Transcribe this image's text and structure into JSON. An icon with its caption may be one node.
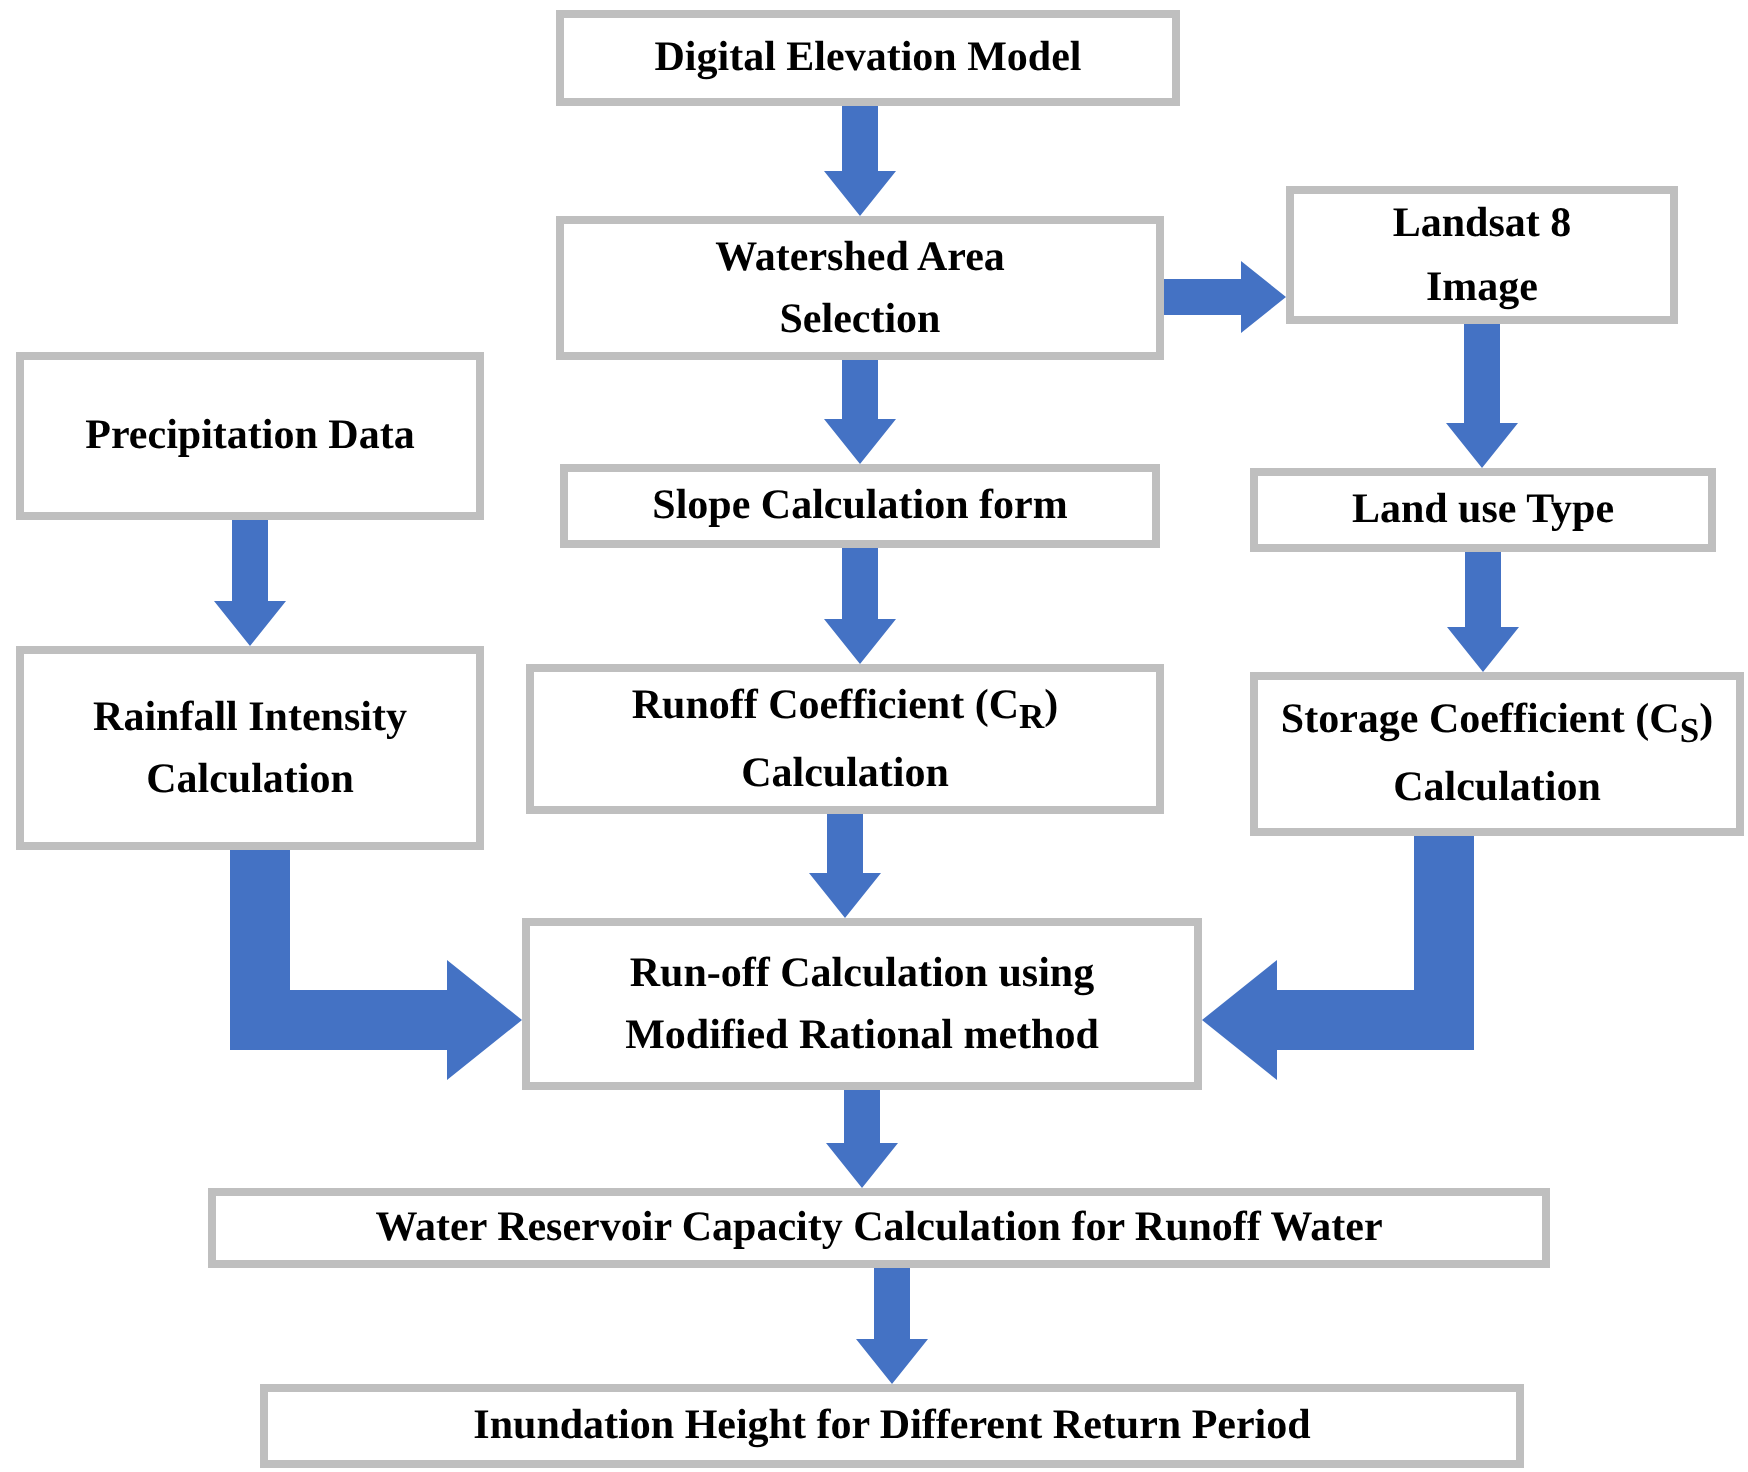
{
  "diagram": {
    "nodes": [
      {
        "text": [
          "Digital Elevation Model"
        ]
      },
      {
        "text": [
          "Watershed Area Selection"
        ]
      },
      {
        "text": [
          "Landsat 8 Image"
        ]
      },
      {
        "text": [
          "Precipitation Data"
        ]
      },
      {
        "text": [
          "Slope Calculation form"
        ]
      },
      {
        "text": [
          "Land use Type"
        ]
      },
      {
        "text": [
          "Rainfall Intensity Calculation"
        ]
      },
      {
        "text": [
          "Runoff Coefficient (C$_{R}$) Calculation"
        ]
      },
      {
        "text": [
          "Storage Coefficient (C$_{S}$) Calculation"
        ]
      },
      {
        "text": [
          "Run-off Calculation using Modified Rational method"
        ]
      },
      {
        "text": [
          "Water Reservoir Capacity Calculation for Runoff Water"
        ]
      },
      {
        "text": [
          "Inundation Height for Different Return Period"
        ]
      }
    ],
    "edges": [
      {
        "from": 0,
        "to": 1,
        "arrow": "to"
      },
      {
        "from": 1,
        "to": 2,
        "arrow": "to"
      },
      {
        "from": 1,
        "to": 4,
        "arrow": "to"
      },
      {
        "from": 2,
        "to": 5,
        "arrow": "to"
      },
      {
        "from": 3,
        "to": 6,
        "arrow": "to"
      },
      {
        "from": 4,
        "to": 7,
        "arrow": "to"
      },
      {
        "from": 5,
        "to": 8,
        "arrow": "to"
      },
      {
        "from": 6,
        "to": 9,
        "arrow": "to",
        "style": "thick"
      },
      {
        "from": 7,
        "to": 9,
        "arrow": "to"
      },
      {
        "from": 8,
        "to": 9,
        "arrow": "to",
        "style": "thick"
      },
      {
        "from": 9,
        "to": 10,
        "arrow": "to"
      },
      {
        "from": 10,
        "to": 11,
        "arrow": "to"
      }
    ]
  }
}
